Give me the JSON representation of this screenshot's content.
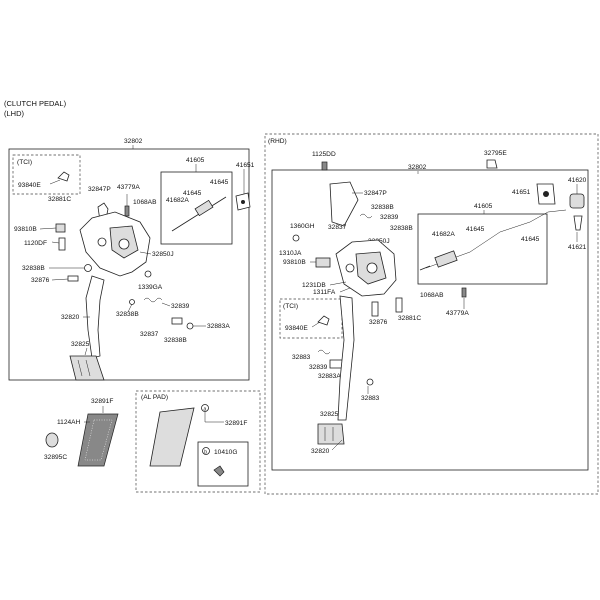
{
  "header": {
    "line1": "(CLUTCH PEDAL)",
    "line2": "(LHD)"
  },
  "groups": {
    "rhd": "(RHD)",
    "tci_left": "(TCI)",
    "tci_right": "(TCI)",
    "al_pad": "(AL PAD)"
  },
  "markers": {
    "a": "a",
    "b": "b"
  },
  "left_labels": {
    "p32802": "32802",
    "p93840E": "93840E",
    "p32847P": "32847P",
    "p43779A": "43779A",
    "p41605": "41605",
    "p41651": "41651",
    "p41645a": "41645",
    "p41645b": "41645",
    "p41682A": "41682A",
    "p1068AB": "1068AB",
    "p32881C": "32881C",
    "p93810B": "93810B",
    "p1120DF": "1120DF",
    "p32850J": "32850J",
    "p32838B_a": "32838B",
    "p32876": "32876",
    "p1339GA": "1339GA",
    "p32839": "32839",
    "p32838B_b": "32838B",
    "p32883A": "32883A",
    "p32820": "32820",
    "p32837": "32837",
    "p32838B_c": "32838B",
    "p32825": "32825"
  },
  "pad_labels": {
    "p32891F_a": "32891F",
    "p1124AH": "1124AH",
    "p32895C": "32895C",
    "p32891F_b": "32891F",
    "p10410G": "10410G"
  },
  "right_labels": {
    "p1125DD": "1125DD",
    "p32795E": "32795E",
    "p32802": "32802",
    "p41620": "41620",
    "p32847P": "32847P",
    "p41651": "41651",
    "p41605": "41605",
    "p32838B_a": "32838B",
    "p32839": "32839",
    "p1360GH": "1360GH",
    "p32837": "32837",
    "p32838B_b": "32838B",
    "p41645a": "41645",
    "p41682A": "41682A",
    "p41645b": "41645",
    "p32850J": "32850J",
    "p1310JA": "1310JA",
    "p93810B": "93810B",
    "p41621": "41621",
    "p1231DB": "1231DB",
    "p1311FA": "1311FA",
    "p1068AB": "1068AB",
    "p93840E": "93840E",
    "p32876": "32876",
    "p32881C": "32881C",
    "p43779A": "43779A",
    "p32883": "32883",
    "p32839b": "32839",
    "p32883A": "32883A",
    "p32883b": "32883",
    "p32825": "32825",
    "p32820": "32820"
  }
}
